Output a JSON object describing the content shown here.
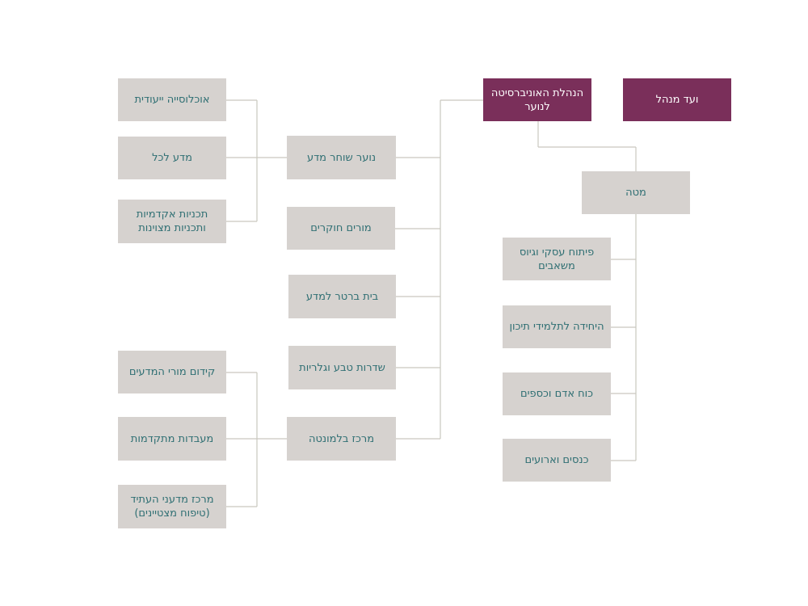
{
  "colors": {
    "node_fill": "#d6d2cf",
    "node_text": "#2f6f73",
    "top_fill": "#7a2f5a",
    "top_text": "#ffffff",
    "connector": "#c9c7bf"
  },
  "nodes": {
    "board": "ועד מנהל",
    "management": "הנהלת האוניברסיטה\nלנוער",
    "hq": "מטה",
    "hq_business": "פיתוח עסקי וגיוס\nמשאבים",
    "hq_highschool": "היחידה לתלמידי תיכון",
    "hq_hr_finance": "כוח אדם וכספים",
    "hq_conferences": "כנסים וארועים",
    "youth_science": "נוער שוחר מדע",
    "research_teachers": "מורים חוקרים",
    "barter_house": "בית ברטר למדע",
    "nature_galleries": "שדרות טבע וגלריות",
    "bloomfield_center": "מרכז בלמונטה",
    "special_populations": "אוכלוסייה ייעודית",
    "science_for_all": "מדע לכל",
    "academic_programs": "תכניות אקדמיות\nותכניות מצוינות",
    "teacher_advancement": "קידום מורי המדעים",
    "advanced_labs": "מעבדות מתקדמות",
    "future_scientists": "מרכז מדעני העתיד\n(טיפוח מצטיינים)"
  }
}
